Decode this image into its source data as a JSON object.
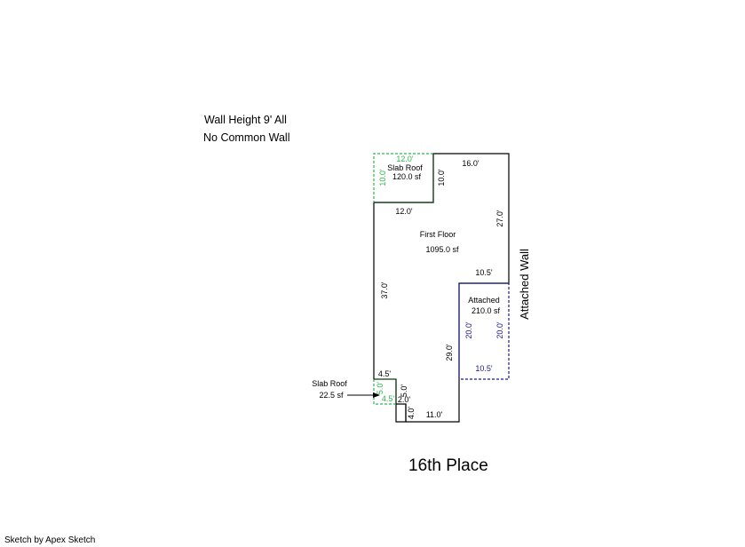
{
  "notes": {
    "wall_height": "Wall Height 9' All",
    "common_wall": "No Common Wall"
  },
  "title": "16th Place",
  "credit": "Sketch by Apex Sketch",
  "colors": {
    "outline": "#000000",
    "slab_roof": "#2db84a",
    "attached": "#1a1a8c"
  },
  "areas": {
    "slab_roof_top": {
      "name": "Slab Roof",
      "area": "120.0 sf"
    },
    "first_floor": {
      "name": "First Floor",
      "area": "1095.0 sf"
    },
    "attached": {
      "name": "Attached",
      "area": "210.0 sf"
    },
    "slab_roof_small": {
      "name": "Slab Roof",
      "area": "22.5 sf"
    }
  },
  "dims": {
    "slab_top_w": "12.0'",
    "slab_left_h": "10.0'",
    "slab_right_h": "10.0'",
    "top_w": "16.0'",
    "slab_bottom_w": "12.0'",
    "right_h": "27.0'",
    "attached_top_w": "10.5'",
    "left_h": "37.0'",
    "attached_left_h": "20.0'",
    "attached_right_h": "20.0'",
    "lower_inner_h": "29.0'",
    "attached_bottom_w": "10.5'",
    "small_top_w": "4.5'",
    "small_left_h": "5.0'",
    "small_bottom_w": "4.5'",
    "small_right_h": "5.0'",
    "step_w": "2.0'",
    "step_h": "4.0'",
    "bottom_w": "11.0'"
  },
  "side_label": "Attached Wall"
}
